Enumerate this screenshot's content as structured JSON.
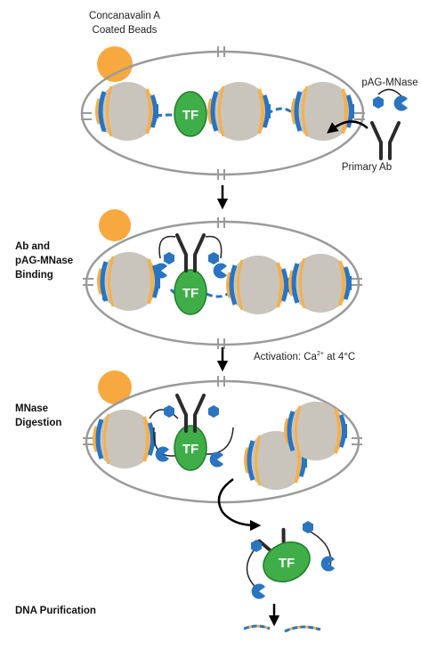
{
  "labels": {
    "beads_line1": "Concanavalin A",
    "beads_line2": "Coated Beads",
    "enzyme": "pAG-MNase",
    "antibody": "Primary Ab",
    "activation": "Activation: Ca",
    "activation_sup": "2+",
    "activation_tail": " at 4°C",
    "tf": "TF"
  },
  "stages": {
    "binding_line1": "Ab and",
    "binding_line2": "pAG-MNase",
    "binding_line3": "Binding",
    "digestion_line1": "MNase",
    "digestion_line2": "Digestion",
    "purification": "DNA Purification"
  },
  "colors": {
    "bead": "#f7a940",
    "nucleosome": "#c9c5bd",
    "dna_blue": "#2a74c0",
    "dna_orange": "#f5b04a",
    "tf_green": "#3fae49",
    "tf_stroke": "#1f7d2b",
    "antibody": "#2b2b2b",
    "cell": "#9a9a9a"
  },
  "icons": {
    "bead": "orange-circle",
    "nucleosome": "striped-sphere",
    "antibody": "y-shape",
    "enzyme": "blue-hexagon-and-pacman"
  }
}
